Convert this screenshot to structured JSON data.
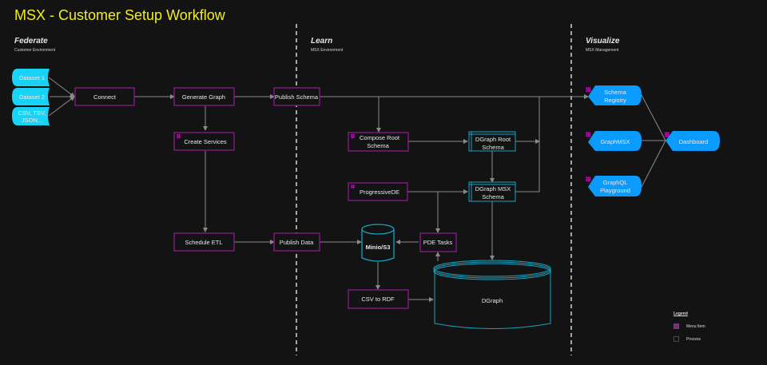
{
  "title": "MSX - Customer Setup Workflow",
  "sections": [
    {
      "heading": "Federate",
      "sub": "Customer Environment"
    },
    {
      "heading": "Learn",
      "sub": "MSX Environment"
    },
    {
      "heading": "Visualize",
      "sub": "MSX Management"
    }
  ],
  "nodes": {
    "dataset1": "Dataset 1",
    "dataset2": "Dataset 2",
    "csv1": "CSV, TSV,",
    "csv2": "JSON...",
    "connect": "Connect",
    "generate_graph": "Generate Graph",
    "publish_schema": "Publish Schema",
    "create_services": "Create Services",
    "compose_root_1": "Compose Root",
    "compose_root_2": "Schema",
    "dgraph_root_1": "DGraph Root",
    "dgraph_root_2": "Schema",
    "progressive_de": "ProgressiveDE",
    "dgraph_msx_1": "DGraph MSX",
    "dgraph_msx_2": "Schema",
    "schedule_etl": "Schedule ETL",
    "publish_data": "Publish Data",
    "minio": "Minio/S3",
    "pde_tasks": "PDE Tasks",
    "csv_to_rdf": "CSV to RDF",
    "dgraph": "DGraph",
    "schema_registry_1": "Schema",
    "schema_registry_2": "Registry",
    "graphmsx": "GraphMSX",
    "graphql_1": "GraphQL",
    "graphql_2": "Playground",
    "dashboard": "Dashboard"
  },
  "legend": {
    "title": "Legend",
    "items": [
      {
        "label": "Menu Item",
        "icon": "grid-icon",
        "color": "#c21ec2"
      },
      {
        "label": "Process",
        "icon": "square-outline-icon",
        "color": "#8a1c8a"
      }
    ]
  },
  "colors": {
    "title": "#f2ee1c",
    "process_border": "#8a1c8a",
    "menu_icon": "#c21ec2",
    "dataset_fill": "#19d3f7",
    "visualize_fill": "#0b9bff",
    "db_stroke": "#1aa3bf",
    "line": "#8a8a8a"
  }
}
